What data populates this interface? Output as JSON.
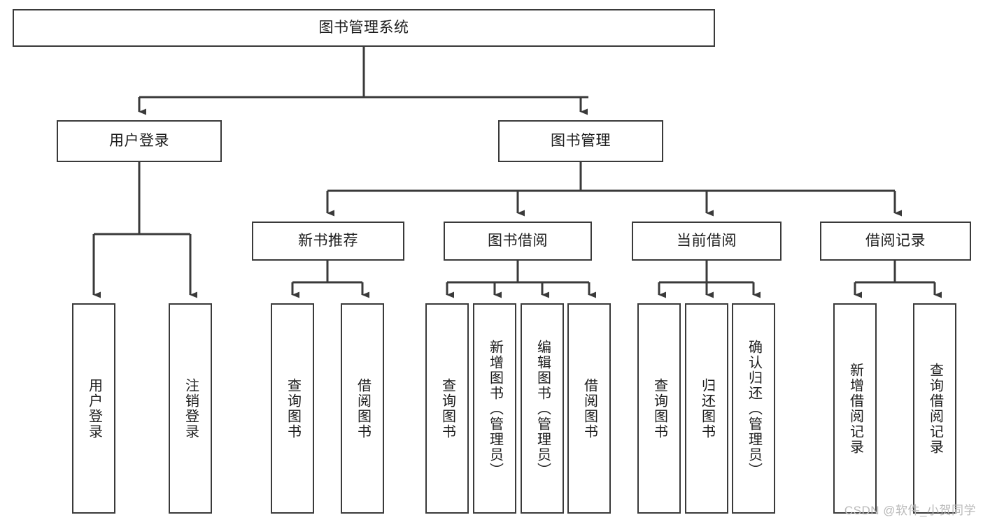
{
  "diagram": {
    "title": "图书管理系统",
    "type": "hierarchy-tree",
    "watermark": "CSDN @软件_小贺同学",
    "colors": {
      "box_border": "#3a3a3a",
      "box_fill": "#ffffff",
      "connector": "#3a3a3a",
      "text": "#1d1d1d",
      "watermark": "#b9b9b9",
      "background": "#ffffff"
    },
    "nodes": {
      "root": {
        "label": "图书管理系统",
        "level": 1,
        "orientation": "horizontal"
      },
      "l2": [
        {
          "id": "user-login",
          "label": "用户登录",
          "level": 2,
          "orientation": "horizontal"
        },
        {
          "id": "book-manage",
          "label": "图书管理",
          "level": 2,
          "orientation": "horizontal"
        }
      ],
      "l3": [
        {
          "id": "new-book-rec",
          "label": "新书推荐",
          "level": 3,
          "orientation": "horizontal"
        },
        {
          "id": "book-borrow",
          "label": "图书借阅",
          "level": 3,
          "orientation": "horizontal"
        },
        {
          "id": "current-borrow",
          "label": "当前借阅",
          "level": 3,
          "orientation": "horizontal"
        },
        {
          "id": "borrow-record",
          "label": "借阅记录",
          "level": 3,
          "orientation": "horizontal"
        }
      ],
      "leaves": [
        {
          "id": "leaf-user-login",
          "label": "用户登录",
          "parent": "user-login",
          "orientation": "vertical"
        },
        {
          "id": "leaf-user-logout",
          "label": "注销登录",
          "parent": "user-login",
          "orientation": "vertical"
        },
        {
          "id": "leaf-query-book-1",
          "label": "查询图书",
          "parent": "new-book-rec",
          "orientation": "vertical"
        },
        {
          "id": "leaf-borrow-book-1",
          "label": "借阅图书",
          "parent": "new-book-rec",
          "orientation": "vertical"
        },
        {
          "id": "leaf-query-book-2",
          "label": "查询图书",
          "parent": "book-borrow",
          "orientation": "vertical"
        },
        {
          "id": "leaf-add-book",
          "label": "新增图书（管理员）",
          "parent": "book-borrow",
          "orientation": "vertical"
        },
        {
          "id": "leaf-edit-book",
          "label": "编辑图书（管理员）",
          "parent": "book-borrow",
          "orientation": "vertical"
        },
        {
          "id": "leaf-borrow-book-2",
          "label": "借阅图书",
          "parent": "book-borrow",
          "orientation": "vertical"
        },
        {
          "id": "leaf-query-book-3",
          "label": "查询图书",
          "parent": "current-borrow",
          "orientation": "vertical"
        },
        {
          "id": "leaf-return-book",
          "label": "归还图书",
          "parent": "current-borrow",
          "orientation": "vertical"
        },
        {
          "id": "leaf-confirm-return",
          "label": "确认归还（管理员）",
          "parent": "current-borrow",
          "orientation": "vertical"
        },
        {
          "id": "leaf-add-record",
          "label": "新增借阅记录",
          "parent": "borrow-record",
          "orientation": "vertical"
        },
        {
          "id": "leaf-query-record",
          "label": "查询借阅记录",
          "parent": "borrow-record",
          "orientation": "vertical"
        }
      ]
    }
  }
}
